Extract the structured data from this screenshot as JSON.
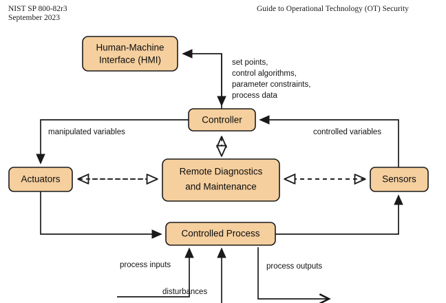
{
  "header": {
    "doc_id": "NIST SP 800-82r3",
    "date": "September 2023",
    "title": "Guide to Operational Technology (OT) Security"
  },
  "diagram": {
    "type": "block-diagram",
    "nodes": {
      "hmi": {
        "label_line1": "Human-Machine",
        "label_line2": "Interface (HMI)"
      },
      "controller": {
        "label": "Controller"
      },
      "remote": {
        "label_line1": "Remote Diagnostics",
        "label_line2": "and Maintenance"
      },
      "actuators": {
        "label": "Actuators"
      },
      "sensors": {
        "label": "Sensors"
      },
      "process": {
        "label": "Controlled Process"
      }
    },
    "annotations": {
      "setpoints_line1": "set points,",
      "setpoints_line2": "control algorithms,",
      "setpoints_line3": "parameter constraints,",
      "setpoints_line4": "process data",
      "manipulated": "manipulated variables",
      "controlled": "controlled variables",
      "process_inputs": "process inputs",
      "disturbances": "disturbances",
      "process_outputs": "process outputs"
    },
    "colors": {
      "node_fill": "#f5cf9e",
      "stroke": "#1a1a1a",
      "background": "#ffffff"
    }
  }
}
